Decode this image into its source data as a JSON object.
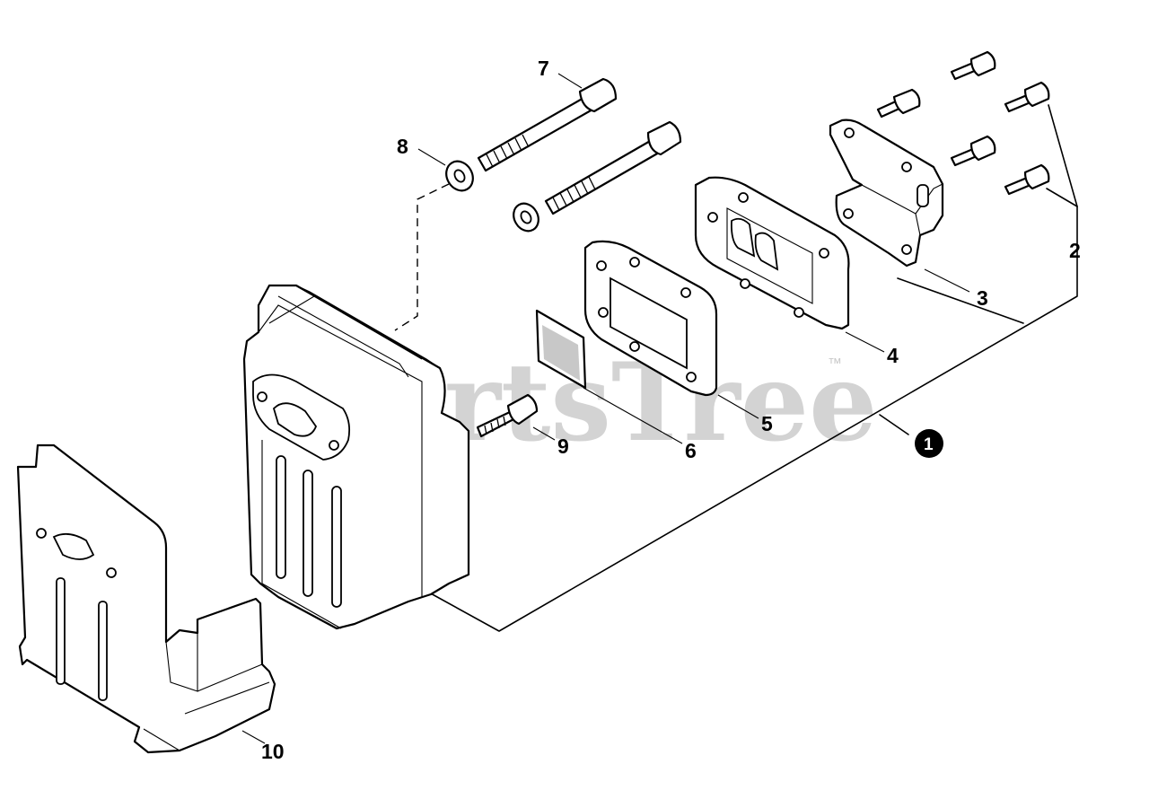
{
  "watermark": {
    "text": "PartsTree",
    "trademark": "™"
  },
  "callouts": {
    "c1": "1",
    "c2": "2",
    "c3": "3",
    "c4": "4",
    "c5": "5",
    "c6": "6",
    "c7": "7",
    "c8": "8",
    "c9": "9",
    "c10": "10"
  }
}
